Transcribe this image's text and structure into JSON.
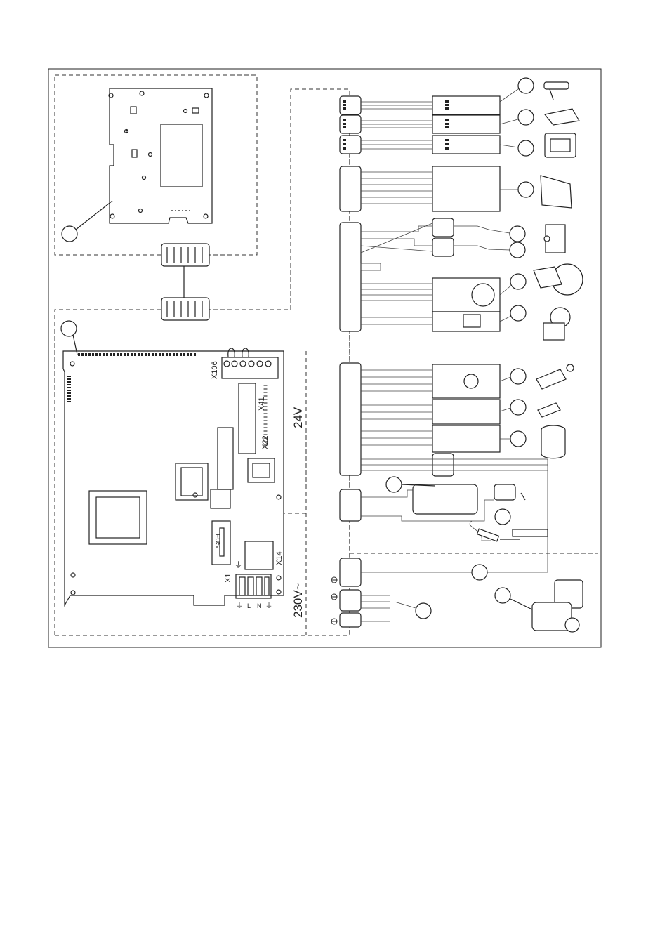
{
  "diagram": {
    "labels": {
      "x106": "X106",
      "x41": "X41",
      "x22": "X22",
      "x14": "X14",
      "x1": "X1",
      "fus": "FUS",
      "v24": "24V",
      "v230": "230V~",
      "earth": "⏚",
      "l": "L",
      "n": "N"
    },
    "colors": {
      "line": "#222222",
      "dash": "#333333",
      "fill": "#ffffff"
    },
    "callout_count": 18
  }
}
